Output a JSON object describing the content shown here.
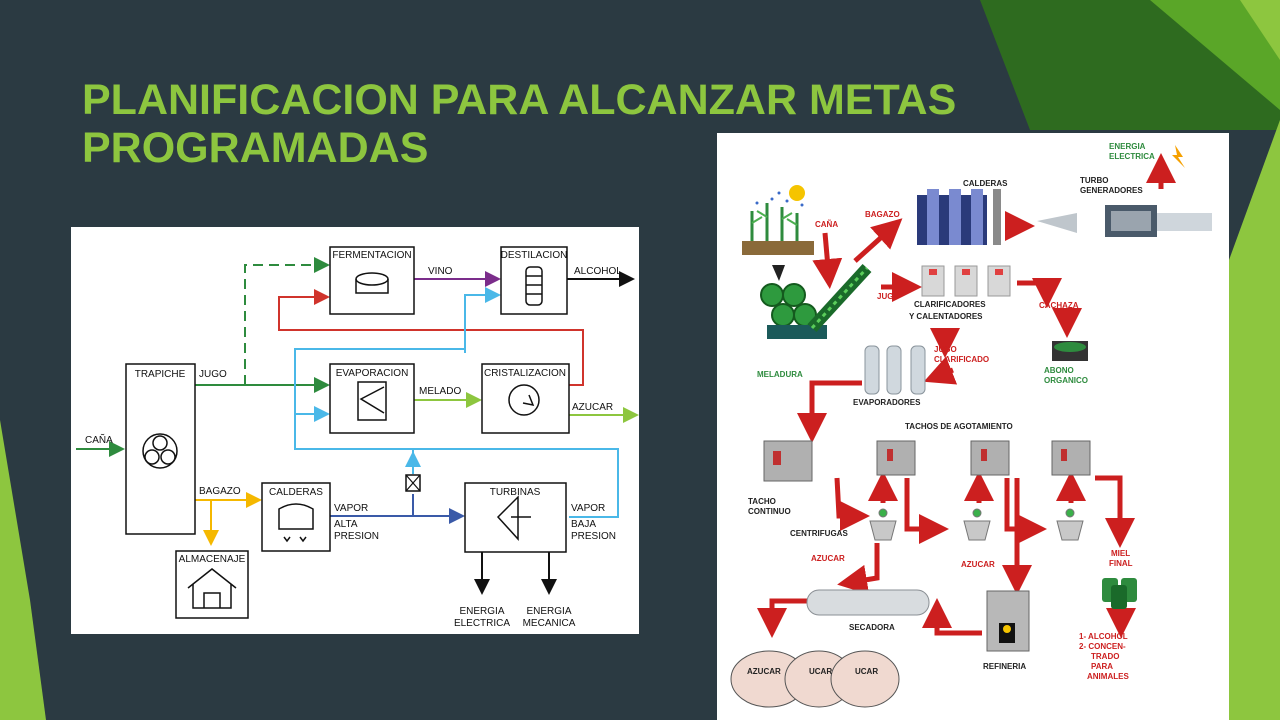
{
  "slide": {
    "title": "PLANIFICACION PARA ALCANZAR METAS PROGRAMADAS"
  },
  "left_diagram": {
    "boxes": {
      "trapiche": "TRAPICHE",
      "fermentacion": "FERMENTACION",
      "destilacion": "DESTILACION",
      "evaporacion": "EVAPORACION",
      "cristalizacion": "CRISTALIZACION",
      "calderas": "CALDERAS",
      "turbinas": "TURBINAS",
      "almacenaje": "ALMACENAJE"
    },
    "labels": {
      "cana": "CAÑA",
      "jugo": "JUGO",
      "bagazo": "BAGAZO",
      "vino": "VINO",
      "alcohol": "ALCOHOL",
      "melado": "MELADO",
      "azucar": "AZUCAR",
      "vapor_alta_1": "VAPOR",
      "vapor_alta_2": "ALTA",
      "vapor_alta_3": "PRESION",
      "vapor_baja_1": "VAPOR",
      "vapor_baja_2": "BAJA",
      "vapor_baja_3": "PRESION",
      "energia_electrica_1": "ENERGIA",
      "energia_electrica_2": "ELECTRICA",
      "energia_mecanica_1": "ENERGIA",
      "energia_mecanica_2": "MECANICA"
    },
    "colors": {
      "green": "#2e8b3e",
      "red": "#d0342c",
      "purple": "#7b2d8b",
      "cyan": "#4ab8e8",
      "lime": "#8dc63f",
      "yellow": "#f5b800",
      "blue": "#3a5aa8",
      "black": "#111111"
    }
  },
  "right_diagram": {
    "labels": {
      "energia_1": "ENERGIA",
      "energia_2": "ELECTRICA",
      "calderas": "CALDERAS",
      "turbo_1": "TURBO",
      "turbo_2": "GENERADORES",
      "cana": "CAÑA",
      "bagazo": "BAGAZO",
      "jugo": "JUGO",
      "clarificadores_1": "CLARIFICADORES",
      "clarificadores_2": "Y CALENTADORES",
      "cachaza": "CACHAZA",
      "abono_1": "ABONO",
      "abono_2": "ORGANICO",
      "meladura": "MELADURA",
      "jugo_clar_1": "JUGO",
      "jugo_clar_2": "CLARIFICADO",
      "evaporadores": "EVAPORADORES",
      "tachos": "TACHOS DE AGOTAMIENTO",
      "tacho_1": "TACHO",
      "tacho_2": "CONTINUO",
      "centrifugas": "CENTRIFUGAS",
      "azucar_1": "AZUCAR",
      "azucar_2": "AZUCAR",
      "miel_1": "MIEL",
      "miel_2": "FINAL",
      "secadora": "SECADORA",
      "refineria": "REFINERIA",
      "prod_1": "1- ALCOHOL",
      "prod_2": "2- CONCEN-",
      "prod_3": "TRADO",
      "prod_4": "PARA",
      "prod_5": "ANIMALES",
      "sack_1": "AZUCAR",
      "sack_2": "UCAR",
      "sack_3": "UCAR"
    },
    "colors": {
      "arrow": "#cc1f1f",
      "label_green": "#2e8b3e",
      "label_red": "#cc1f1f",
      "label_black": "#222222"
    }
  }
}
